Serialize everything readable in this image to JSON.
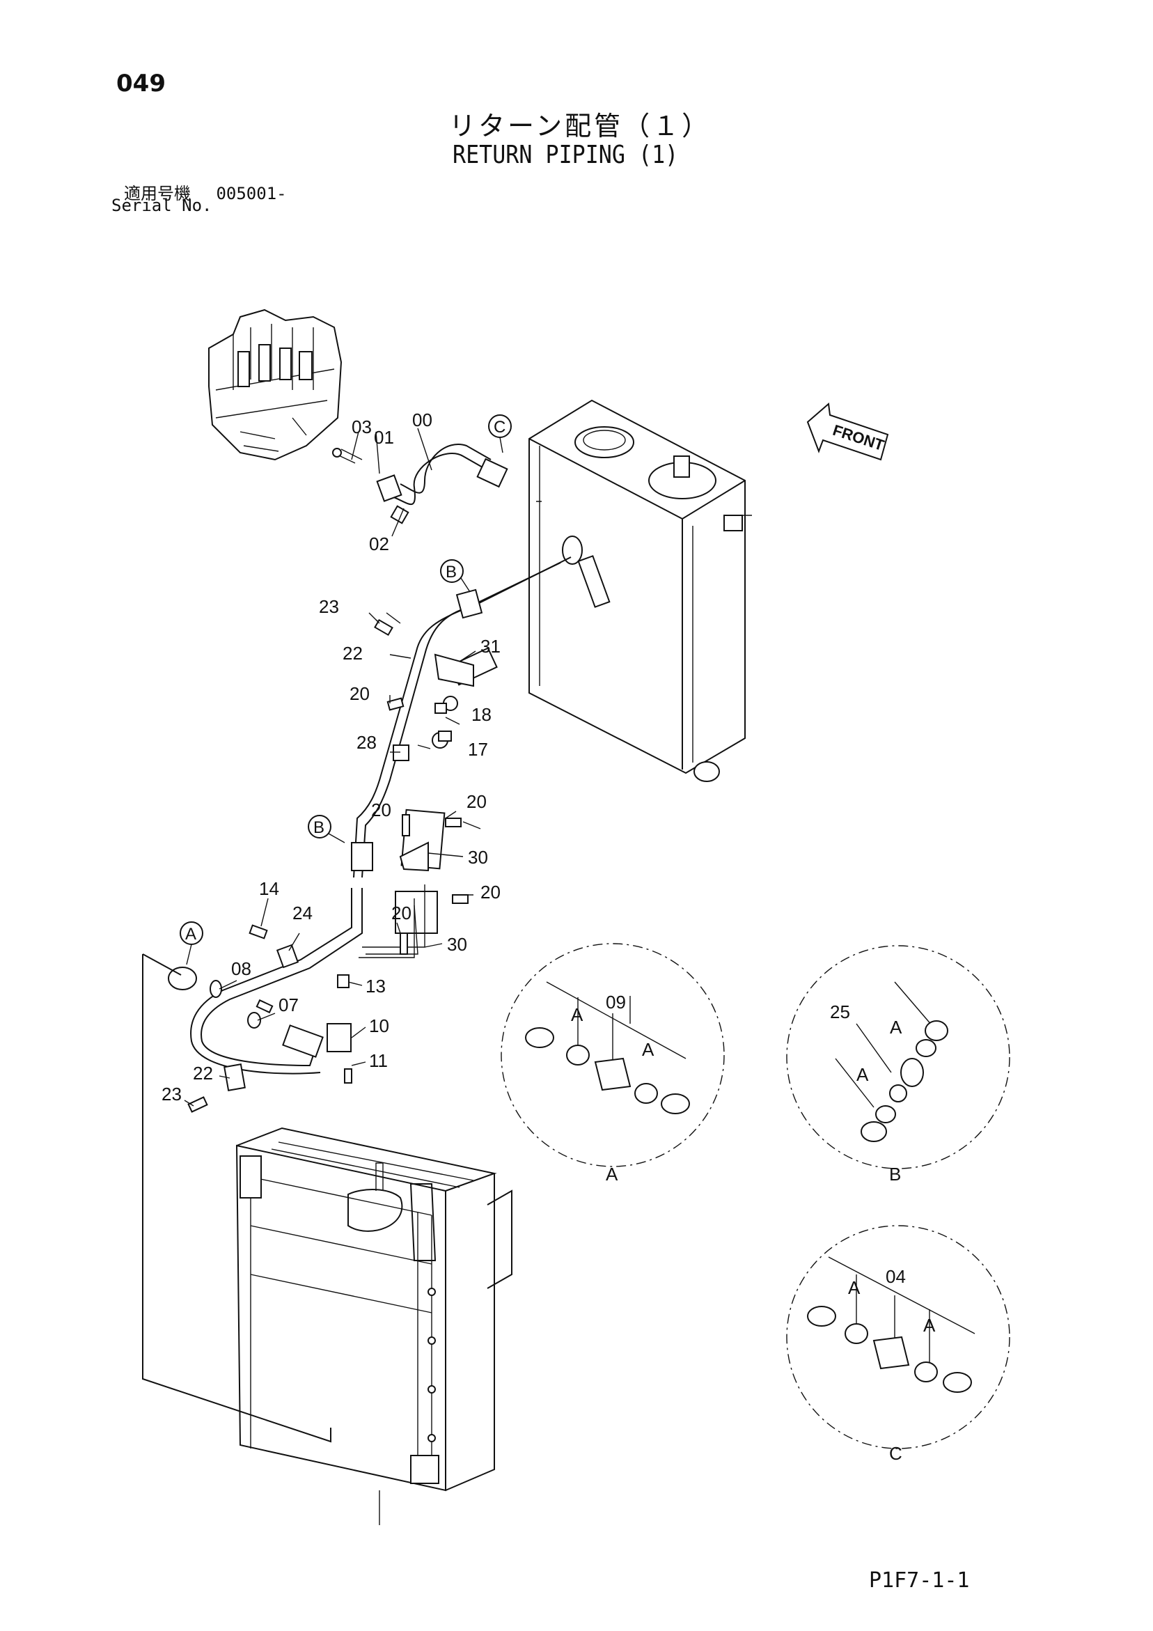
{
  "header": {
    "page_number": "049",
    "title_ja": "リターン配管（１）",
    "title_en": "RETURN PIPING (1)",
    "serial_label_ja": "適用号機",
    "serial_value": "005001-",
    "serial_label_en": "Serial No."
  },
  "footer": {
    "drawing_code": "P1F7-1-1"
  },
  "front_label": "FRONT",
  "callouts": [
    "00",
    "01",
    "02",
    "03",
    "20",
    "20",
    "20",
    "20",
    "20",
    "22",
    "22",
    "23",
    "23",
    "31",
    "18",
    "17",
    "28",
    "30",
    "30",
    "14",
    "24",
    "13",
    "08",
    "07",
    "10",
    "11"
  ],
  "detail_views": [
    {
      "name": "A",
      "marker": "A",
      "part_label": "09",
      "sub_labels": [
        "A",
        "A"
      ]
    },
    {
      "name": "B",
      "marker": "B",
      "part_label": "25",
      "sub_labels": [
        "A",
        "A"
      ]
    },
    {
      "name": "C",
      "marker": "C",
      "part_label": "04",
      "sub_labels": [
        "A",
        "A"
      ]
    }
  ],
  "reference_markers": [
    "C",
    "B",
    "B",
    "A"
  ]
}
